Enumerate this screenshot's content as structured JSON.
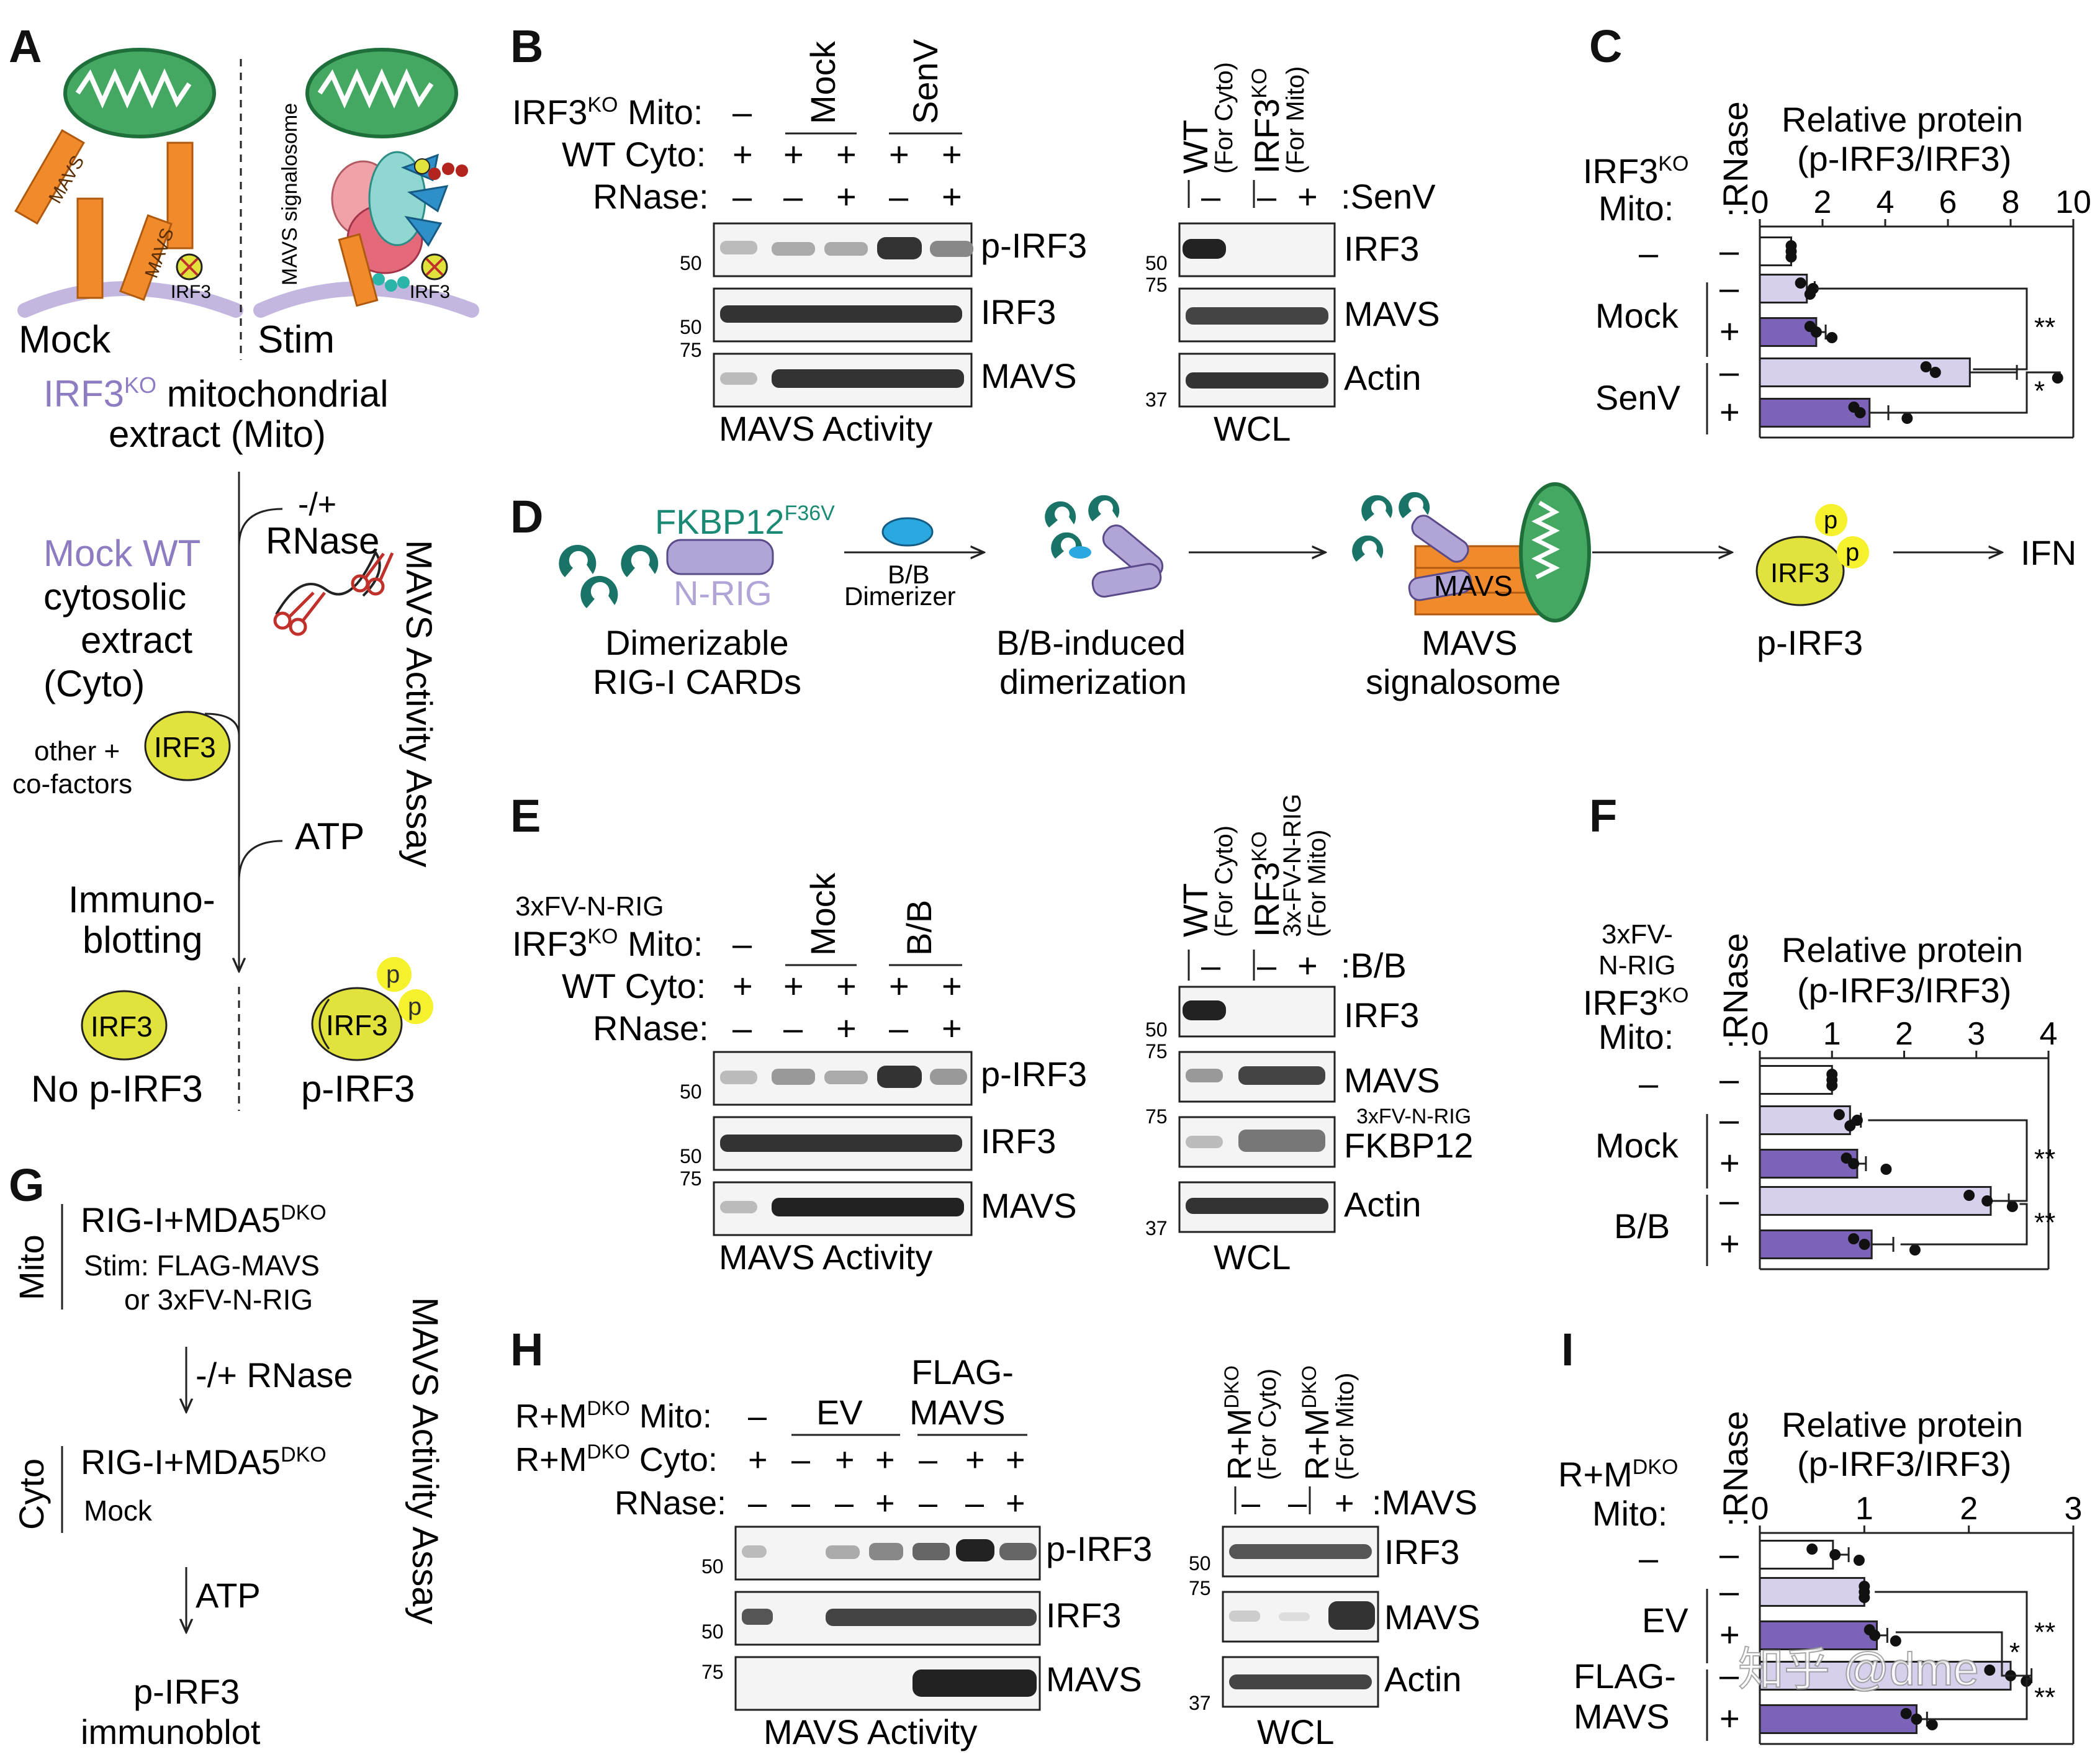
{
  "colors": {
    "light_purple": "#d6d0ec",
    "dark_purple": "#7b63b8",
    "irf3_yellow": "#e1e23b",
    "mito_green": "#3fa35e",
    "mavs_orange": "#f08a2a",
    "teal": "#1a7367",
    "lavender": "#b1a4d6",
    "scissors_red": "#c0312b"
  },
  "panel_labels": {
    "a": "A",
    "b": "B",
    "c": "C",
    "d": "D",
    "e": "E",
    "f": "F",
    "g": "G",
    "h": "H",
    "i": "I"
  },
  "panelA": {
    "mavs_text": "MAVS",
    "irf3_small": "IRF3",
    "signalosome": "MAVS signalosome",
    "mock": "Mock",
    "stim": "Stim",
    "irf3ko_main": "IRF3",
    "irf3ko_sup": "KO",
    "mito_rest": " mitochondrial",
    "mito_line2": "extract (Mito)",
    "rnase_pm": "-/+",
    "rnase": "RNase",
    "cyto_l1": "Mock WT",
    "cyto_l2": "cytosolic",
    "cyto_l3": "extract",
    "cyto_l4": "(Cyto)",
    "other_l1": "other +",
    "other_l2": "co-factors",
    "irf3": "IRF3",
    "atp": "ATP",
    "immuno_l1": "Immuno-",
    "immuno_l2": "blotting",
    "assay": "MAVS Activity Assay",
    "no_pirf3": "No p-IRF3",
    "pirf3": "p-IRF3",
    "p": "p"
  },
  "panelB": {
    "rows": [
      {
        "label": "IRF3",
        "sup": "KO",
        "rest": " Mito:",
        "marks": [
          "–"
        ]
      },
      {
        "label": "WT Cyto:",
        "marks": [
          "+",
          "+",
          "+",
          "+",
          "+"
        ]
      },
      {
        "label": "RNase:",
        "marks": [
          "–",
          "–",
          "+",
          "–",
          "+"
        ]
      }
    ],
    "groups": [
      "Mock",
      "SenV"
    ],
    "blots": [
      "p-IRF3",
      "IRF3",
      "MAVS"
    ],
    "mw": [
      "50",
      "50",
      "75"
    ],
    "caption": "MAVS Activity",
    "wcl_headers": [
      {
        "main": "WT",
        "sub": "(For Cyto)"
      },
      {
        "main": "IRF3",
        "sup": "KO",
        "sub": "(For Mito)"
      }
    ],
    "wcl_marks": [
      "–",
      "–",
      "+"
    ],
    "wcl_senv": ":SenV",
    "wcl_blots": [
      "IRF3",
      "MAVS",
      "Actin"
    ],
    "wcl_mw": [
      "50",
      "75",
      "37"
    ],
    "wcl_caption": "WCL"
  },
  "panelC": {
    "title_l1": "Relative protein",
    "title_l2": "(p-IRF3/IRF3)",
    "rnase": ":RNase",
    "rowlabel_main": "IRF3",
    "rowlabel_sup": "KO",
    "rowlabel_l2": "Mito:",
    "ticks": [
      "0",
      "2",
      "4",
      "6",
      "8",
      "10"
    ],
    "groups": [
      "–",
      "Mock",
      "SenV"
    ],
    "signs": [
      "–",
      "–",
      "+",
      "–",
      "+"
    ],
    "sig": [
      "**",
      "*"
    ]
  },
  "panelD": {
    "fkbp": "FKBP12",
    "fkbp_sup": "F36V",
    "nrig": "N-RIG",
    "bb_l1": "B/B",
    "bb_l2": "Dimerizer",
    "cap1_l1": "Dimerizable",
    "cap1_l2": "RIG-I CARDs",
    "cap2_l1": "B/B-induced",
    "cap2_l2": "dimerization",
    "cap3_l1": "MAVS",
    "cap3_l2": "signalosome",
    "mavs": "MAVS",
    "irf3": "IRF3",
    "p": "p",
    "pirf3": "p-IRF3",
    "ifn": "IFN"
  },
  "panelE": {
    "top": "3xFV-N-RIG",
    "rows": [
      {
        "label": "IRF3",
        "sup": "KO",
        "rest": " Mito:",
        "marks": [
          "–"
        ]
      },
      {
        "label": "WT Cyto:",
        "marks": [
          "+",
          "+",
          "+",
          "+",
          "+"
        ]
      },
      {
        "label": "RNase:",
        "marks": [
          "–",
          "–",
          "+",
          "–",
          "+"
        ]
      }
    ],
    "groups": [
      "Mock",
      "B/B"
    ],
    "blots": [
      "p-IRF3",
      "IRF3",
      "MAVS"
    ],
    "mw": [
      "50",
      "50",
      "75"
    ],
    "caption": "MAVS Activity",
    "wcl_headers": [
      {
        "main": "WT",
        "sub": "(For Cyto)"
      },
      {
        "main": "IRF3",
        "sup": "KO",
        "sub2": "3x-FV-N-RIG",
        "sub": "(For Mito)"
      }
    ],
    "wcl_marks": [
      "–",
      "–",
      "+"
    ],
    "wcl_bb": ":B/B",
    "wcl_blots": [
      "IRF3",
      "MAVS",
      "FKBP12",
      "Actin"
    ],
    "wcl_fv": "3xFV-N-RIG",
    "wcl_mw": [
      "50",
      "75",
      "75",
      "37"
    ],
    "wcl_caption": "WCL"
  },
  "panelF": {
    "title_l1": "Relative protein",
    "title_l2": "(p-IRF3/IRF3)",
    "rnase": ":RNase",
    "rowlabel_l0": "3xFV-",
    "rowlabel_l1": "N-RIG",
    "rowlabel_main": "IRF3",
    "rowlabel_sup": "KO",
    "rowlabel_l2": "Mito:",
    "ticks": [
      "0",
      "1",
      "2",
      "3",
      "4"
    ],
    "groups": [
      "–",
      "Mock",
      "B/B"
    ],
    "signs": [
      "–",
      "–",
      "+",
      "–",
      "+"
    ],
    "sig": [
      "**",
      "**"
    ]
  },
  "panelG": {
    "mito": "Mito",
    "line1_main": "RIG-I+MDA5",
    "line1_sup": "DKO",
    "stim_l1": "Stim: FLAG-MAVS",
    "stim_l2": "or 3xFV-N-RIG",
    "rnase": "-/+ RNase",
    "cyto": "Cyto",
    "line2_main": "RIG-I+MDA5",
    "line2_sup": "DKO",
    "mock": "Mock",
    "atp": "ATP",
    "out_l1": "p-IRF3",
    "out_l2": "immunoblot",
    "assay": "MAVS Activity Assay"
  },
  "panelH": {
    "rows": [
      {
        "label": "R+M",
        "sup": "DKO",
        "rest": " Mito:",
        "marks": [
          "–"
        ]
      },
      {
        "label": "R+M",
        "sup": "DKO",
        "rest": " Cyto:",
        "marks": [
          "+",
          "–",
          "+",
          "+",
          "–",
          "+",
          "+"
        ]
      },
      {
        "label": "RNase:",
        "marks": [
          "–",
          "–",
          "–",
          "+",
          "–",
          "–",
          "+"
        ]
      }
    ],
    "groups": [
      "EV",
      "FLAG-",
      "MAVS"
    ],
    "blots": [
      "p-IRF3",
      "IRF3",
      "MAVS"
    ],
    "mw": [
      "50",
      "50",
      "75"
    ],
    "caption": "MAVS Activity",
    "wcl_headers": [
      {
        "main": "R+M",
        "sup": "DKO",
        "sub": "(For Cyto)"
      },
      {
        "main": "R+M",
        "sup": "DKO",
        "sub": "(For Mito)"
      }
    ],
    "wcl_marks": [
      "–",
      "–",
      "+"
    ],
    "wcl_mavs": ":MAVS",
    "wcl_blots": [
      "IRF3",
      "MAVS",
      "Actin"
    ],
    "wcl_mw": [
      "50",
      "75",
      "37"
    ],
    "wcl_caption": "WCL"
  },
  "panelI": {
    "title_l1": "Relative protein",
    "title_l2": "(p-IRF3/IRF3)",
    "rnase": ":RNase",
    "rowlabel_main": "R+M",
    "rowlabel_sup": "DKO",
    "rowlabel_l2": "Mito:",
    "ticks": [
      "0",
      "1",
      "2",
      "3"
    ],
    "groups": [
      "–",
      "EV",
      "FLAG-",
      "MAVS"
    ],
    "signs": [
      "–",
      "–",
      "+",
      "–",
      "+"
    ],
    "sig": [
      "**",
      "**",
      "*"
    ]
  },
  "chart_data": [
    {
      "type": "bar",
      "panel": "C",
      "title": "Relative protein (p-IRF3/IRF3)",
      "categories": [
        "– / –",
        "Mock / –",
        "Mock / +",
        "SenV / –",
        "SenV / +"
      ],
      "values": [
        1.0,
        1.5,
        1.8,
        6.7,
        3.5
      ],
      "errors": [
        0.05,
        0.25,
        0.3,
        1.5,
        0.6
      ],
      "points": [
        [
          1.0,
          1.0,
          1.0
        ],
        [
          1.3,
          1.7,
          1.6
        ],
        [
          1.6,
          1.8,
          2.3
        ],
        [
          5.3,
          5.6,
          9.5
        ],
        [
          3.0,
          3.2,
          4.7
        ]
      ],
      "xlim": [
        0,
        10
      ],
      "significance": [
        {
          "groups": [
            "Mock / –",
            "SenV / –"
          ],
          "label": "**"
        },
        {
          "groups": [
            "SenV / –",
            "SenV / +"
          ],
          "label": "*"
        }
      ]
    },
    {
      "type": "bar",
      "panel": "F",
      "title": "Relative protein (p-IRF3/IRF3)",
      "categories": [
        "– / –",
        "Mock / –",
        "Mock / +",
        "B/B / –",
        "B/B / +"
      ],
      "values": [
        1.0,
        1.25,
        1.35,
        3.2,
        1.55
      ],
      "errors": [
        0.02,
        0.15,
        0.12,
        0.25,
        0.3
      ],
      "points": [
        [
          1.0,
          1.0,
          1.0
        ],
        [
          1.1,
          1.35,
          1.25
        ],
        [
          1.2,
          1.3,
          1.75
        ],
        [
          2.9,
          3.15,
          3.5
        ],
        [
          1.3,
          1.45,
          2.15
        ]
      ],
      "xlim": [
        0,
        4
      ],
      "significance": [
        {
          "groups": [
            "Mock / –",
            "B/B / –"
          ],
          "label": "**"
        },
        {
          "groups": [
            "B/B / –",
            "B/B / +"
          ],
          "label": "**"
        }
      ]
    },
    {
      "type": "bar",
      "panel": "I",
      "title": "Relative protein (p-IRF3/IRF3)",
      "categories": [
        "– / –",
        "EV / –",
        "EV / +",
        "FLAG-MAVS / –",
        "FLAG-MAVS / +"
      ],
      "values": [
        0.7,
        1.0,
        1.12,
        2.4,
        1.5
      ],
      "errors": [
        0.15,
        0.0,
        0.1,
        0.2,
        0.1
      ],
      "points": [
        [
          0.5,
          0.72,
          0.95
        ],
        [
          1.0,
          1.0,
          1.0
        ],
        [
          1.05,
          1.1,
          1.3
        ],
        [
          2.2,
          2.4,
          2.55
        ],
        [
          1.4,
          1.5,
          1.65
        ]
      ],
      "xlim": [
        0,
        3
      ],
      "significance": [
        {
          "groups": [
            "EV / –",
            "FLAG-MAVS / –"
          ],
          "label": "**"
        },
        {
          "groups": [
            "FLAG-MAVS / –",
            "FLAG-MAVS / +"
          ],
          "label": "**"
        },
        {
          "groups": [
            "EV / +",
            "FLAG-MAVS / –"
          ],
          "label": "*"
        }
      ]
    }
  ]
}
